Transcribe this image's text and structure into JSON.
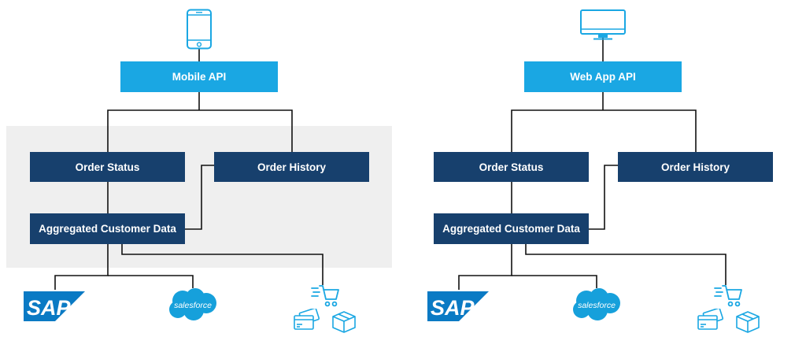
{
  "diagrams": [
    {
      "device_icon": "smartphone-icon",
      "api_label": "Mobile API",
      "order_status_label": "Order Status",
      "order_history_label": "Order History",
      "aggregated_label": "Aggregated Customer Data",
      "sources": {
        "sap_logo": "SAP",
        "salesforce_logo": "salesforce",
        "commerce_icons": [
          "cart-icon",
          "credit-card-icon",
          "package-icon"
        ]
      }
    },
    {
      "device_icon": "desktop-monitor-icon",
      "api_label": "Web App API",
      "order_status_label": "Order Status",
      "order_history_label": "Order History",
      "aggregated_label": "Aggregated Customer Data",
      "sources": {
        "sap_logo": "SAP",
        "salesforce_logo": "salesforce",
        "commerce_icons": [
          "cart-icon",
          "credit-card-icon",
          "package-icon"
        ]
      }
    }
  ],
  "colors": {
    "api": "#1aa7e3",
    "service": "#17406d",
    "panel": "#efefef",
    "line": "#111111",
    "sap": "#0a7ac4",
    "salesforce": "#16a0db",
    "icon": "#1aa7e3"
  }
}
